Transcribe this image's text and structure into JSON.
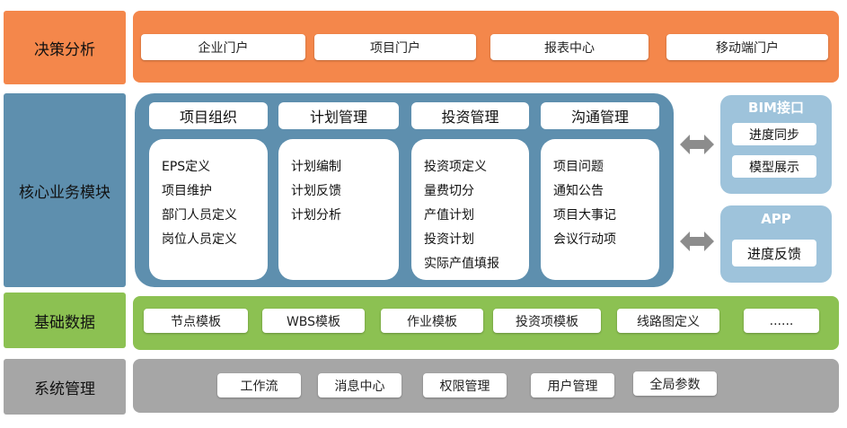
{
  "layers": {
    "decision": {
      "label": "决策分析",
      "items": [
        "企业门户",
        "项目门户",
        "报表中心",
        "移动端门户"
      ]
    },
    "core": {
      "label": "核心业务模块",
      "modules": [
        {
          "title": "项目组织",
          "items": [
            "EPS定义",
            "项目维护",
            "部门人员定义",
            "岗位人员定义"
          ]
        },
        {
          "title": "计划管理",
          "items": [
            "计划编制",
            "计划反馈",
            "计划分析"
          ]
        },
        {
          "title": "投资管理",
          "items": [
            "投资项定义",
            "量费切分",
            "产值计划",
            "投资计划",
            "实际产值填报"
          ]
        },
        {
          "title": "沟通管理",
          "items": [
            "项目问题",
            "通知公告",
            "项目大事记",
            "会议行动项"
          ]
        }
      ],
      "side": {
        "bim": {
          "title": "BIM接口",
          "items": [
            "进度同步",
            "模型展示"
          ]
        },
        "app": {
          "title": "APP",
          "items": [
            "进度反馈"
          ]
        }
      }
    },
    "base": {
      "label": "基础数据",
      "items": [
        "节点模板",
        "WBS模板",
        "作业模板",
        "投资项模板",
        "线路图定义",
        "......"
      ]
    },
    "system": {
      "label": "系统管理",
      "items": [
        "工作流",
        "消息中心",
        "权限管理",
        "用户管理",
        "全局参数"
      ]
    }
  },
  "colors": {
    "decision": "#f4874b",
    "core": "#5e8fae",
    "side": "#9ec3db",
    "base": "#8cc152",
    "system": "#a6a6a6",
    "arrow": "#8c8c8c"
  },
  "icons": [
    "double-arrow-icon"
  ]
}
